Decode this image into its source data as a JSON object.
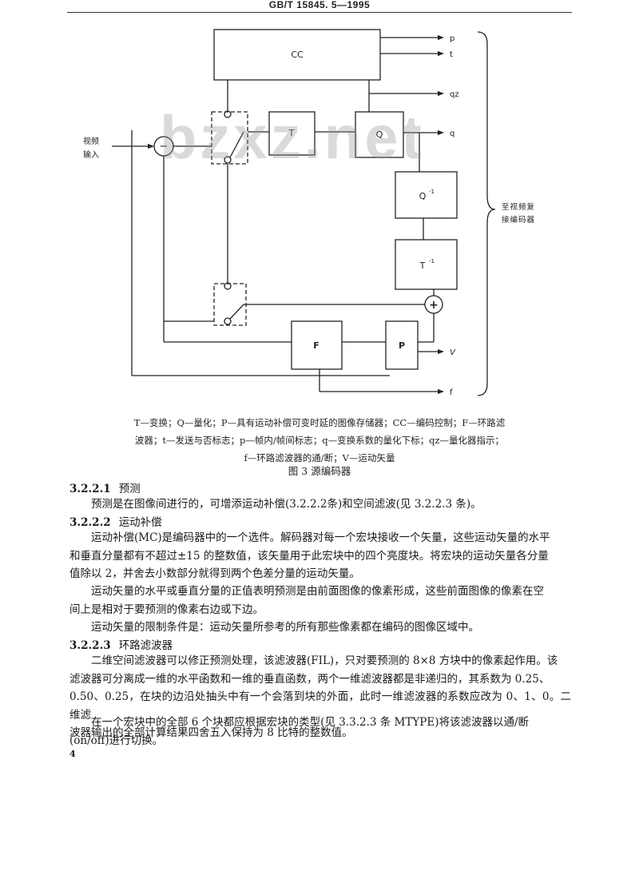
{
  "header": {
    "text": "GB/T  15845. 5—1995"
  },
  "watermark": "bzxz.net",
  "diagram": {
    "input_label_1": "视频",
    "input_label_2": "输入",
    "block_cc": "CC",
    "block_t": "T",
    "block_q": "Q",
    "block_qinv": "Q",
    "block_qinv_sup": "-1",
    "block_tinv": "T",
    "block_tinv_sup": "-1",
    "block_f": "F",
    "block_p": "P",
    "sub_symbol": "−",
    "add_symbol": "+",
    "out_p": "p",
    "out_t": "t",
    "out_qz": "qz",
    "out_q": "q",
    "out_v": "V",
    "out_f": "f",
    "brace_label_1": "至视频复",
    "brace_label_2": "接编码器"
  },
  "legend": {
    "line1": "T—变换；Q—量化；P—具有运动补偿可变时延的图像存储器；CC—编码控制；F—环路滤",
    "line2": "波器；t—发送与否标志；p—帧内/帧间标志；q—变换系数的量化下标；qz—量化器指示；",
    "line3": "f—环路滤波器的通/断；V—运动矢量"
  },
  "figure_caption": "图 3  源编码器",
  "sections": [
    {
      "number": "3.2.2.1",
      "title": "预测"
    },
    {
      "number": "3.2.2.2",
      "title": "运动补偿"
    },
    {
      "number": "3.2.2.3",
      "title": "环路滤波器"
    }
  ],
  "paragraphs": {
    "p1": "预测是在图像间进行的，可增添运动补偿(3.2.2.2条)和空间滤波(见 3.2.2.3 条)。",
    "p2_l1": "运动补偿(MC)是编码器中的一个选件。解码器对每一个宏块接收一个矢量，这些运动矢量的水平",
    "p2_l2": "和垂直分量都有不超过±15 的整数值，该矢量用于此宏块中的四个亮度块。将宏块的运动矢量各分量",
    "p2_l3": "值除以 2，并舍去小数部分就得到两个色差分量的运动矢量。",
    "p3_l1": "运动矢量的水平或垂直分量的正值表明预测是由前面图像的像素形成，这些前面图像的像素在空",
    "p3_l2": "间上是相对于要预测的像素右边或下边。",
    "p4": "运动矢量的限制条件是：运动矢量所参考的所有那些像素都在编码的图像区域中。",
    "p5_l1": "二维空间滤波器可以修正预测处理，该滤波器(FIL)，只对要预测的 8×8 方块中的像素起作用。该",
    "p5_l2": "滤波器可分离成一维的水平函数和一维的垂直函数，两个一维滤波器都是非递归的，其系数为 0.25、",
    "p5_l3": "0.50、0.25，在块的边沿处抽头中有一个会落到块的外面，此时一维滤波器的系数应改为 0、1、0。二维滤",
    "p5_l4": "波器输出的全部计算结果四舍五入保持为 8 比特的整数值。",
    "p6_l1": "在一个宏块中的全部 6 个块都应根据宏块的类型(见 3.3.2.3 条 MTYPE)将该滤波器以通/断",
    "p6_l2": "(on/off)进行切换。"
  },
  "page_number": "4"
}
